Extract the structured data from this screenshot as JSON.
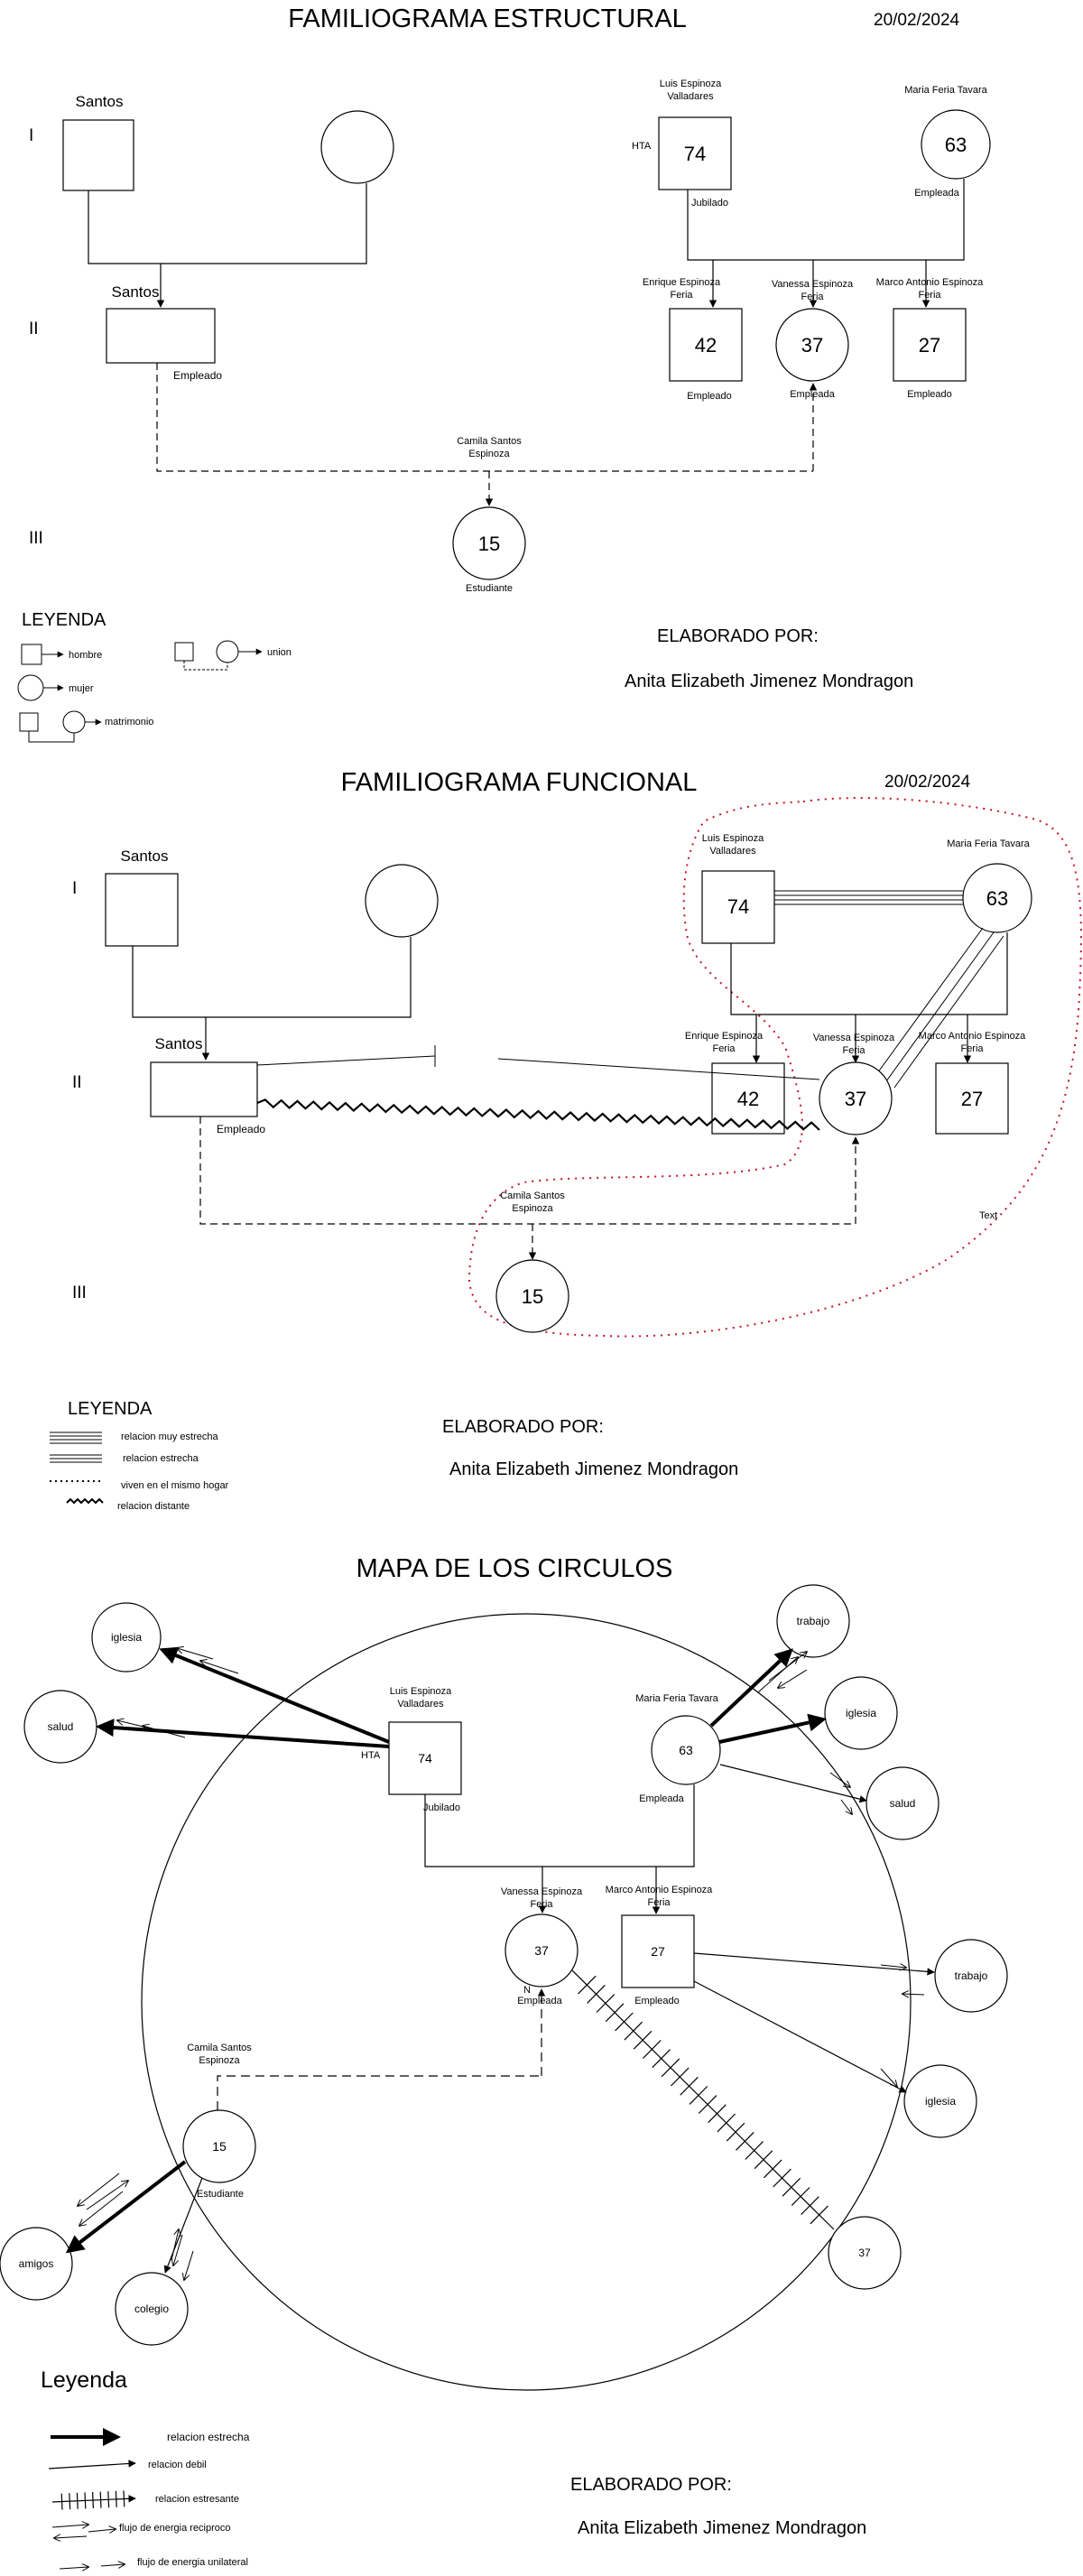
{
  "sections": {
    "estructural": {
      "title": "FAMILIOGRAMA ESTRUCTURAL",
      "date": "20/02/2024",
      "generations": [
        "I",
        "II",
        "III"
      ],
      "people": {
        "santos_father": "Santos",
        "santos_son": "Santos",
        "santos_son_note": "Empleado",
        "luis_name_1": "Luis Espinoza",
        "luis_name_2": "Valladares",
        "luis_age": "74",
        "luis_condition": "HTA",
        "luis_note": "Jubilado",
        "maria_name": "Maria Feria Tavara",
        "maria_age": "63",
        "maria_note": "Empleada",
        "enrique_name_1": "Enrique Espinoza",
        "enrique_name_2": "Feria",
        "enrique_age": "42",
        "enrique_note": "Empleado",
        "vanessa_name_1": "Vanessa Espinoza",
        "vanessa_name_2": "Feria",
        "vanessa_age": "37",
        "vanessa_note": "Empleada",
        "marco_name_1": "Marco Antonio Espinoza",
        "marco_name_2": "Feria",
        "marco_age": "27",
        "marco_note": "Empleado",
        "camila_name_1": "Camila Santos",
        "camila_name_2": "Espinoza",
        "camila_age": "15",
        "camila_note": "Estudiante"
      },
      "legend": {
        "title": "LEYENDA",
        "hombre": "hombre",
        "mujer": "mujer",
        "matrimonio": "matrimonio",
        "union": "union"
      },
      "credit": {
        "label": "ELABORADO POR:",
        "author": "Anita Elizabeth Jimenez Mondragon"
      }
    },
    "funcional": {
      "title": "FAMILIOGRAMA FUNCIONAL",
      "date": "20/02/2024",
      "generations": [
        "I",
        "II",
        "III"
      ],
      "people": {
        "santos_father": "Santos",
        "santos_son": "Santos",
        "santos_son_note": "Empleado",
        "luis_name_1": "Luis Espinoza",
        "luis_name_2": "Valladares",
        "luis_age": "74",
        "maria_name": "Maria Feria Tavara",
        "maria_age": "63",
        "enrique_name_1": "Enrique Espinoza",
        "enrique_name_2": "Feria",
        "enrique_age": "42",
        "vanessa_name_1": "Vanessa Espinoza",
        "vanessa_name_2": "Feria",
        "vanessa_age": "37",
        "marco_name_1": "Marco Antonio Espinoza",
        "marco_name_2": "Feria",
        "marco_age": "27",
        "camila_name_1": "Camila Santos",
        "camila_name_2": "Espinoza",
        "camila_age": "15",
        "hogar_text": "Text"
      },
      "legend": {
        "title": "LEYENDA",
        "muy_estrecha": "relacion muy estrecha",
        "estrecha": "relacion estrecha",
        "mismo_hogar": "viven en el mismo hogar",
        "distante": "relacion distante"
      },
      "credit": {
        "label": "ELABORADO POR:",
        "author": "Anita Elizabeth Jimenez Mondragon"
      }
    },
    "circulos": {
      "title": "MAPA DE LOS CIRCULOS",
      "people": {
        "luis_name_1": "Luis Espinoza",
        "luis_name_2": "Valladares",
        "luis_age": "74",
        "luis_condition": "HTA",
        "luis_note": "Jubilado",
        "maria_name": "Maria Feria Tavara",
        "maria_age": "63",
        "maria_note": "Empleada",
        "vanessa_name_1": "Vanessa Espinoza",
        "vanessa_name_2": "Feria",
        "vanessa_age": "37",
        "vanessa_note": "Empleada",
        "vanessa_n": "N",
        "marco_name_1": "Marco Antonio Espinoza",
        "marco_name_2": "Feria",
        "marco_age": "27",
        "marco_note": "Empleado",
        "camila_name_1": "Camila Santos",
        "camila_name_2": "Espinoza",
        "camila_age": "15",
        "camila_note": "Estudiante"
      },
      "external": {
        "iglesia_left": "iglesia",
        "salud_left": "salud",
        "trabajo_maria": "trabajo",
        "iglesia_maria": "iglesia",
        "salud_maria": "salud",
        "trabajo_marco": "trabajo",
        "iglesia_marco": "iglesia",
        "trabajo_vanessa": "37",
        "amigos": "amigos",
        "colegio": "colegio"
      },
      "legend": {
        "title": "Leyenda",
        "estrecha": "relacion estrecha",
        "debil": "relacion debil",
        "estresante": "relacion estresante",
        "reciproco": "flujo de energia reciproco",
        "unilateral": "flujo de energia unilateral"
      },
      "credit": {
        "label": "ELABORADO POR:",
        "author": "Anita Elizabeth Jimenez Mondragon"
      }
    }
  }
}
